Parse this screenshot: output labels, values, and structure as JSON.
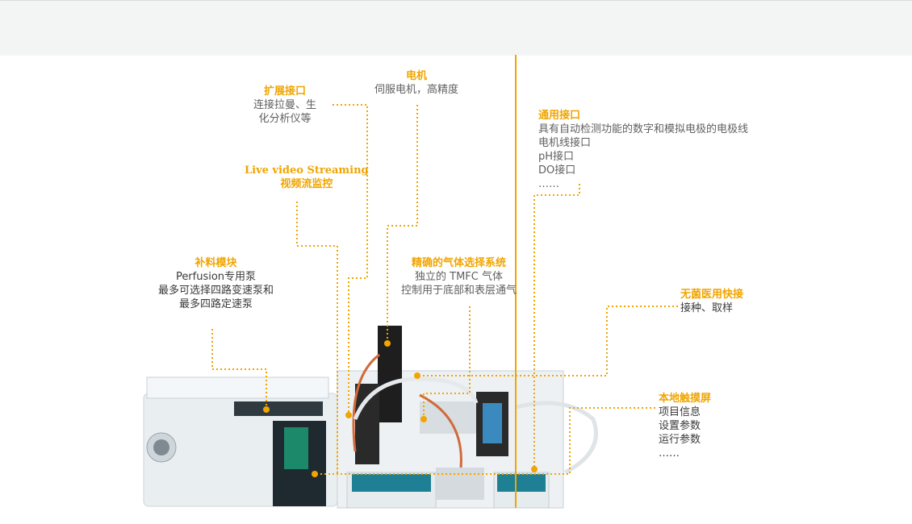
{
  "callouts": {
    "motor": {
      "title": "电机",
      "lines": [
        "伺服电机，高精度"
      ]
    },
    "expansion": {
      "title": "扩展接口",
      "lines": [
        "连接拉曼、生",
        "化分析仪等"
      ]
    },
    "video": {
      "title": "Live video Streaming",
      "subtitle": "视频流监控"
    },
    "general_port": {
      "title": "通用接口",
      "lines": [
        "具有自动检测功能的数字和模拟电极的电极线",
        "电机线接口",
        "pH接口",
        "DO接口",
        "……"
      ]
    },
    "feed_module": {
      "title": "补料模块",
      "lines": [
        "Perfusion专用泵",
        "最多可选择四路变速泵和",
        "最多四路定速泵"
      ]
    },
    "gas": {
      "title": "精确的气体选择系统",
      "lines": [
        "独立的 TMFC 气体",
        "控制用于底部和表层通气"
      ]
    },
    "sterile": {
      "title": "无菌医用快接",
      "lines": [
        "接种、取样"
      ]
    },
    "touchscreen": {
      "title": "本地触摸屏",
      "lines": [
        "项目信息",
        "设置参数",
        "运行参数",
        "……"
      ]
    }
  },
  "colors": {
    "accent": "#f0a500",
    "topbar": "#f3f5f4"
  }
}
